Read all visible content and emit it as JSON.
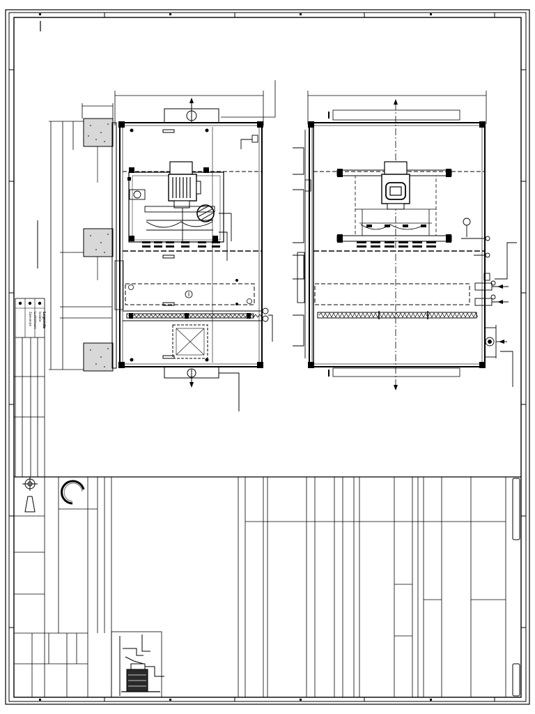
{
  "drawing": {
    "legend_title": "Legenda",
    "legend_lines": [
      "Isolatie",
      "Luchtstroom",
      "Zwevende"
    ],
    "theme": {
      "line": "#000000",
      "background": "#ffffff",
      "concrete": "#bbbbbb"
    }
  }
}
